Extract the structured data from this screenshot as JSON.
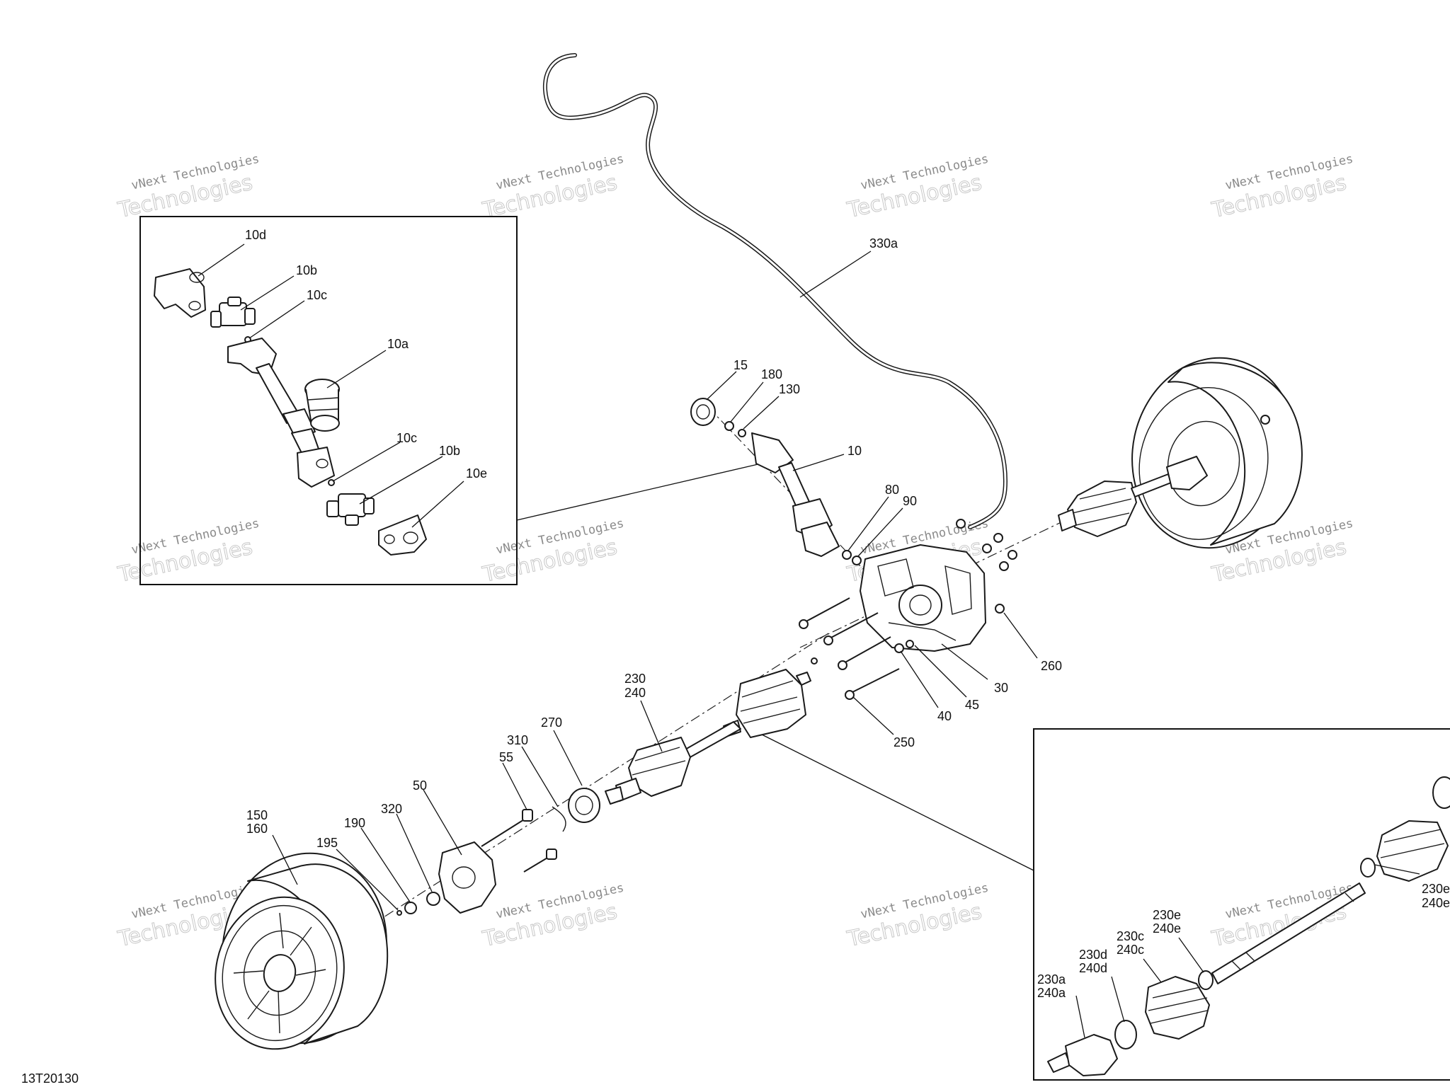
{
  "drawing_id": "13T20130",
  "watermark": {
    "line1": "vNext Technologies",
    "line2": "Technologies"
  },
  "callouts": {
    "c10d": "10d",
    "c10b_top": "10b",
    "c10c_top": "10c",
    "c10a": "10a",
    "c10c_bottom": "10c",
    "c10b_bottom": "10b",
    "c10e": "10e",
    "c330a": "330a",
    "c15": "15",
    "c180": "180",
    "c130": "130",
    "c10": "10",
    "c80": "80",
    "c90": "90",
    "c260": "260",
    "c30": "30",
    "c45": "45",
    "c40": "40",
    "c250": "250",
    "c230": "230",
    "c240": "240",
    "c270": "270",
    "c310": "310",
    "c55": "55",
    "c50": "50",
    "c320": "320",
    "c190": "190",
    "c195": "195",
    "c150": "150",
    "c160": "160",
    "c230a": "230a",
    "c240a": "240a",
    "c230d": "230d",
    "c240d": "240d",
    "c230c": "230c",
    "c240c": "240c",
    "c230e_mid": "230e",
    "c240e_mid": "240e",
    "c230e_right": "230e",
    "c240e_right": "240e"
  }
}
